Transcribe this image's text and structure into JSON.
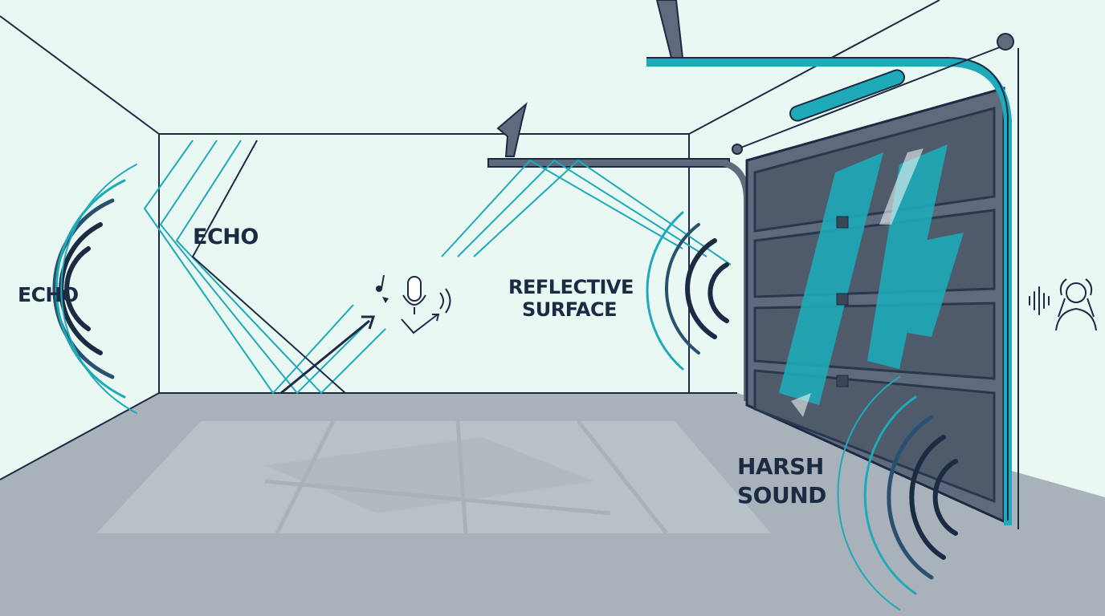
{
  "labels": {
    "echo_left": "ECHO",
    "echo_wall": "ECHO",
    "reflective_line1": "REFLECTIVE",
    "reflective_line2": "SURFACE",
    "harsh_line1": "HARSH",
    "harsh_line2": "SOUND"
  },
  "icons": [
    "microphone-icon",
    "person-covering-ears-icon",
    "sound-waveform-icon",
    "music-note-icon"
  ],
  "colors": {
    "background": "#eaf8f3",
    "outline": "#1c2b44",
    "accent": "#1eaab8",
    "floor": "#a9b2ba",
    "door_panel": "#5f6b7c"
  }
}
